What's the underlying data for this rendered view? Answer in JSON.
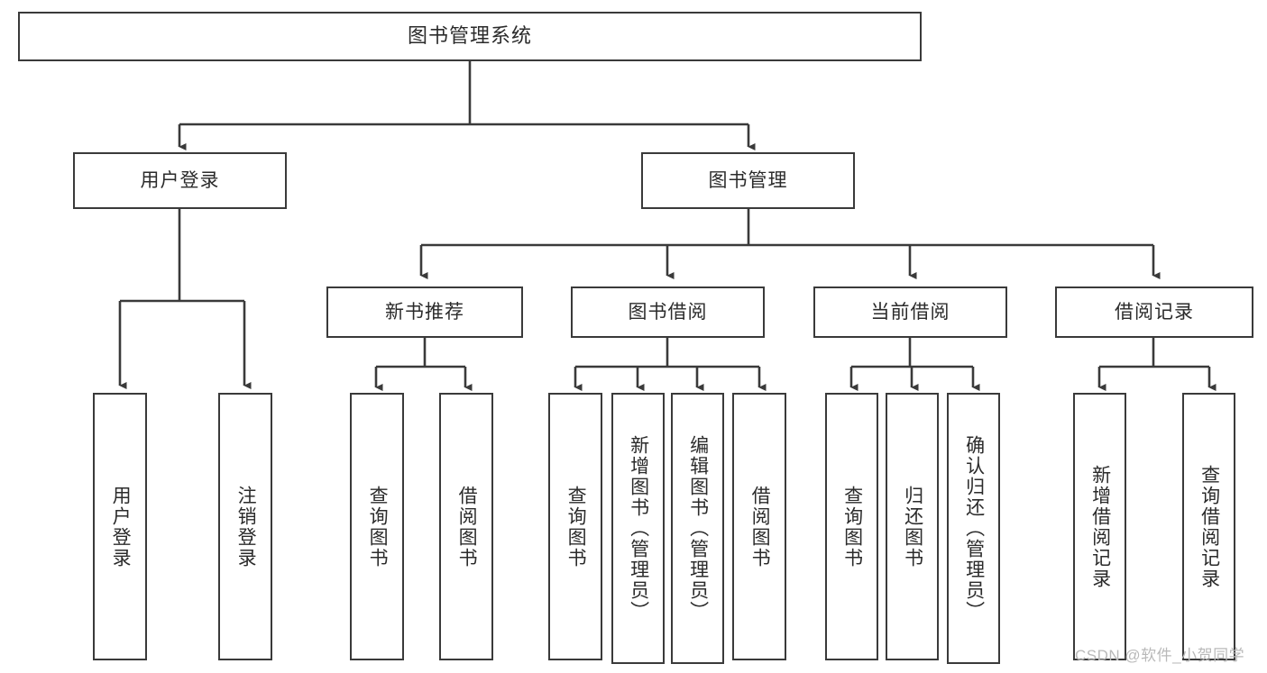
{
  "diagram": {
    "title": "图书管理系统",
    "type": "functional-structure-tree",
    "stroke_color": "#3a3a3a",
    "text_color": "#2b2b2b",
    "background_color": "#ffffff",
    "watermark": "CSDN @软件_小贺同学"
  },
  "nodes": {
    "root": {
      "label": "图书管理系统"
    },
    "level2": [
      {
        "id": "user-login",
        "label": "用户登录"
      },
      {
        "id": "book-management",
        "label": "图书管理"
      }
    ],
    "level3": [
      {
        "id": "new-book-recommend",
        "label": "新书推荐"
      },
      {
        "id": "book-borrow",
        "label": "图书借阅"
      },
      {
        "id": "current-borrow",
        "label": "当前借阅"
      },
      {
        "id": "borrow-record",
        "label": "借阅记录"
      }
    ],
    "leaves": {
      "user_login": [
        {
          "id": "leaf-user-login",
          "label": "用户登录"
        },
        {
          "id": "leaf-logout",
          "label": "注销登录"
        }
      ],
      "new_book_recommend": [
        {
          "id": "leaf-query-book-1",
          "label": "查询图书"
        },
        {
          "id": "leaf-borrow-book-1",
          "label": "借阅图书"
        }
      ],
      "book_borrow": [
        {
          "id": "leaf-query-book-2",
          "label": "查询图书"
        },
        {
          "id": "leaf-add-book",
          "label": "新增图书（管理员）"
        },
        {
          "id": "leaf-edit-book",
          "label": "编辑图书（管理员）"
        },
        {
          "id": "leaf-borrow-book-2",
          "label": "借阅图书"
        }
      ],
      "current_borrow": [
        {
          "id": "leaf-query-book-3",
          "label": "查询图书"
        },
        {
          "id": "leaf-return-book",
          "label": "归还图书"
        },
        {
          "id": "leaf-confirm-return",
          "label": "确认归还（管理员）"
        }
      ],
      "borrow_record": [
        {
          "id": "leaf-add-record",
          "label": "新增借阅记录"
        },
        {
          "id": "leaf-query-record",
          "label": "查询借阅记录"
        }
      ]
    }
  }
}
